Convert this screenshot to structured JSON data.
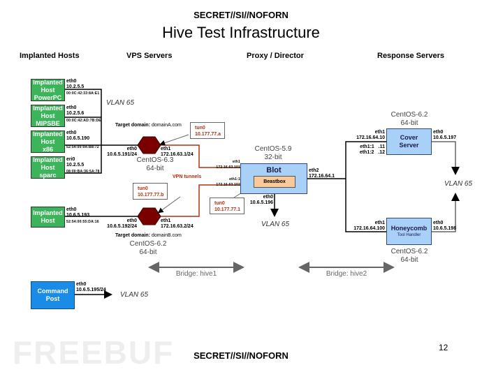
{
  "header": {
    "classification": "SECRET//SI//NOFORN",
    "title": "Hive Test Infrastructure"
  },
  "columns": {
    "implanted": "Implanted Hosts",
    "vps": "VPS Servers",
    "proxy": "Proxy / Director",
    "response": "Response Servers"
  },
  "implanted_hosts": [
    {
      "line1": "Implanted",
      "line2": "Host",
      "line3": "PowerPC",
      "iface": "eth0",
      "ip": "10.2.5.5",
      "mac": "00:0C:42:33:8A:E1"
    },
    {
      "line1": "Implanted",
      "line2": "Host",
      "line3": "MIPSBE",
      "iface": "eth0",
      "ip": "10.2.5.6",
      "mac": "00:0C:42:AD:7B:DE"
    },
    {
      "line1": "Implanted",
      "line2": "Host",
      "line3": "x86",
      "iface": "eth0",
      "ip": "10.6.5.190",
      "mac": "52:54:00:9A:B8:72"
    },
    {
      "line1": "Implanted",
      "line2": "Host",
      "line3": "sparc",
      "iface": "eri0",
      "ip": "10.2.5.5",
      "mac": "08:00:BA:36:5A:78"
    },
    {
      "line1": "Implanted",
      "line2": "Host",
      "line3": "",
      "iface": "eth0",
      "ip": "10.6.5.193",
      "mac": "52:54:00:55:DA:16"
    }
  ],
  "vlan_label": "VLAN 65",
  "vps": [
    {
      "target_label": "Target domain:",
      "target": "domainA.com",
      "eth0_label": "eth0",
      "eth0_ip": "10.6.5.191/24",
      "eth1_label": "eth1",
      "eth1_ip": "172.16.63.1/24",
      "os": "CentOS-6.3",
      "bits": "64-bit",
      "tun_label": "tun0",
      "tun_ip": "10.177.77.a"
    },
    {
      "target_label": "Target domain:",
      "target": "domainB.com",
      "eth0_label": "eth0",
      "eth0_ip": "10.6.5.192/24",
      "eth1_label": "eth1",
      "eth1_ip": "172.16.63.2/24",
      "os": "CentOS-6.2",
      "bits": "64-bit",
      "tun_label": "tun0",
      "tun_ip": "10.177.77.b"
    }
  ],
  "vpn_tunnels_label": "VPN tunnels",
  "blot": {
    "name": "Blot",
    "inner": "Beastbox",
    "os": "CentOS-5.9",
    "bits": "32-bit",
    "eth1_label": "eth1",
    "eth1_ip": "172.16.63.101",
    "eth11_label": "eth1:1",
    "eth11_ip": "172.16.63.102",
    "eth2_label": "eth2",
    "eth2_ip": "172.16.64.1",
    "eth0_label": "eth0",
    "eth0_ip": "10.6.5.196",
    "tun_label": "tun0",
    "tun_ip": "10.177.77.1"
  },
  "cover": {
    "line1": "Cover",
    "line2": "Server",
    "os": "CentOS-6.2",
    "bits": "64-bit",
    "eth1_label": "eth1",
    "eth1_ip": "172.16.64.10",
    "alias1": "eth1:1   .11",
    "alias2": "eth1:2   .12",
    "eth0_label": "eth0",
    "eth0_ip": "10.6.5.197"
  },
  "honeycomb": {
    "name": "Honeycomb",
    "sub": "Tool Handler",
    "os": "CentOS-6.2",
    "bits": "64-bit",
    "eth1_label": "eth1",
    "eth1_ip": "172.16.64.100",
    "eth0_label": "eth0",
    "eth0_ip": "10.6.5.198"
  },
  "command_post": {
    "line1": "Command",
    "line2": "Post",
    "eth0_label": "eth0",
    "eth0_ip": "10.6.5.195/24"
  },
  "bridges": [
    "Bridge: hive1",
    "Bridge: hive2"
  ],
  "footer": {
    "classification": "SECRET//SI//NOFORN",
    "page_number": "12",
    "watermark": "FREEBUF"
  },
  "colors": {
    "implant_green": "#3cb55a",
    "vps_hex": "#7a0000",
    "server_blue": "#a9d1f7",
    "beastbox": "#f9c99a",
    "command_blue": "#1a8be6",
    "tunnel_red": "#b03010"
  }
}
